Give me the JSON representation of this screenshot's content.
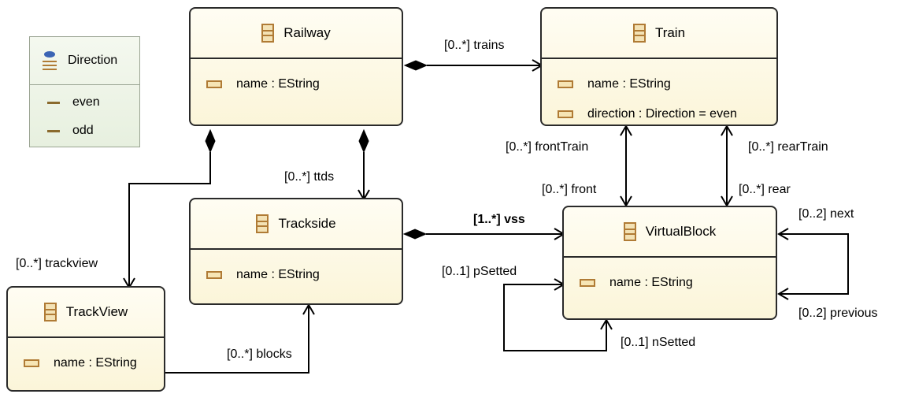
{
  "enum_direction": {
    "name": "Direction",
    "literals": [
      "even",
      "odd"
    ]
  },
  "classes": {
    "railway": {
      "name": "Railway",
      "attributes": [
        "name : EString"
      ]
    },
    "train": {
      "name": "Train",
      "attributes": [
        "name : EString",
        "direction : Direction = even"
      ]
    },
    "trackside": {
      "name": "Trackside",
      "attributes": [
        "name : EString"
      ]
    },
    "virtualblock": {
      "name": "VirtualBlock",
      "attributes": [
        "name : EString"
      ]
    },
    "trackview": {
      "name": "TrackView",
      "attributes": [
        "name : EString"
      ]
    }
  },
  "references": {
    "trains": "[0..*] trains",
    "ttds": "[0..*] ttds",
    "trackview": "[0..*] trackview",
    "vss": "[1..*] vss",
    "blocks": "[0..*] blocks",
    "frontTrain": "[0..*] frontTrain",
    "front": "[0..*] front",
    "rearTrain": "[0..*] rearTrain",
    "rear": "[0..*] rear",
    "next": "[0..2] next",
    "previous": "[0..2] previous",
    "pSetted": "[0..1] pSetted",
    "nSetted": "[0..1] nSetted"
  }
}
